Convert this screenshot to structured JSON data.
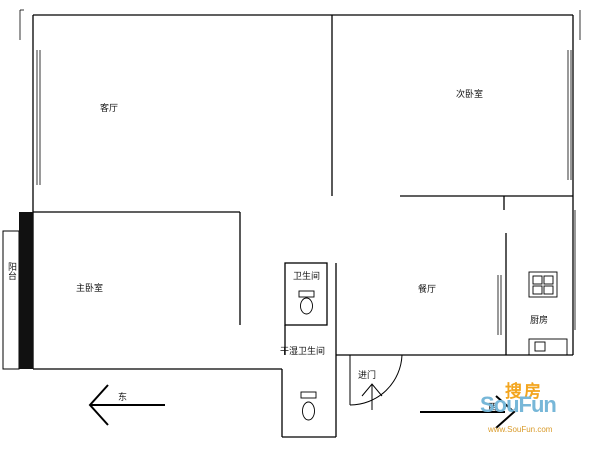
{
  "rooms": {
    "living_room": "客厅",
    "second_bedroom": "次卧室",
    "master_bedroom": "主卧室",
    "dining_room": "餐厅",
    "bathroom": "卫生间",
    "dry_wet_bathroom": "干湿卫生间",
    "kitchen": "厨房",
    "balcony": "阳台",
    "entrance": "进门"
  },
  "directions": {
    "east": "东",
    "west": "西"
  },
  "watermark": {
    "brand_cn": "搜房",
    "brand_en": "SouFun",
    "url": "www.SouFun.com",
    "colors": {
      "orange": "#f3a51e",
      "blue": "#77b7d8"
    }
  }
}
